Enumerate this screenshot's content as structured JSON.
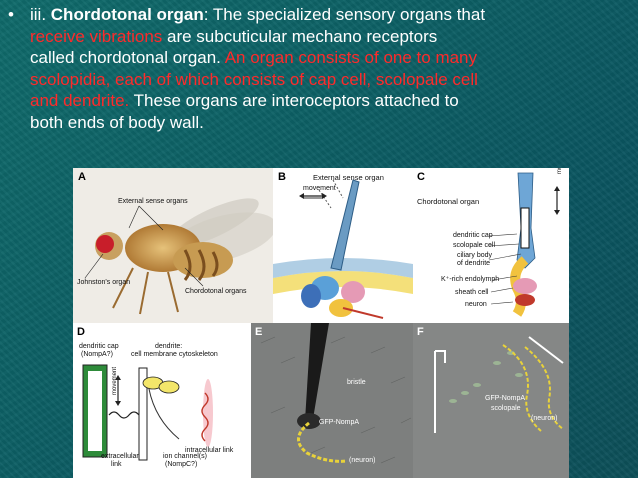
{
  "slide": {
    "bullet": "•",
    "roman": "iii. ",
    "term": "Chordotonal organ",
    "colon_text": ": The specialized sensory organs that",
    "line2_red": "receive  vibrations",
    "line2_rest": " are subcuticular mechano receptors",
    "line3_start": "called chordotonal  organ. ",
    "line3_red": "An organ consists of one to many",
    "line4_red": "scolopidia, each of which  consists of cap cell, scolopale cell",
    "line5_red": "and dendrite.",
    "line5_rest": " These organs are  interoceptors attached to",
    "line6": "both ends of body wall."
  },
  "figure": {
    "panelA": {
      "letter": "A",
      "external": "External sense organs",
      "johnston": "Johnston's organ",
      "chordo": "Chordotonal organs"
    },
    "panelB": {
      "letter": "B",
      "title": "External sense organ",
      "movement": "movement"
    },
    "panelC": {
      "letter": "C",
      "title": "Chordotonal organ",
      "movement": "movement",
      "labels": [
        "dendritic cap",
        "scolopale cell",
        "ciliary body",
        "of dendrite",
        "K⁺-rich endolymph",
        "sheath cell",
        "neuron"
      ]
    },
    "panelD": {
      "letter": "D",
      "cap": "dendritic cap",
      "cap2": "(NompA?)",
      "dendrite": "dendrite:",
      "dendrite2": "cell membrane  cytoskeleton",
      "movement": "movement",
      "intracellular": "intracellular link",
      "extracellular": "extracellular",
      "extracellular2": "link",
      "ion": "ion channel(s)",
      "ion2": "(NompC?)"
    },
    "panelE": {
      "letter": "E",
      "bristle": "bristle",
      "gfp": "GFP-NompA",
      "neuron": "(neuron)"
    },
    "panelF": {
      "letter": "F",
      "gfp": "GFP-NompA",
      "scolopale": "scolopale",
      "neuron": "(neuron)"
    }
  },
  "colors": {
    "background": "#0c5f64",
    "text": "#ffffff",
    "highlight": "#ff2a2a"
  }
}
